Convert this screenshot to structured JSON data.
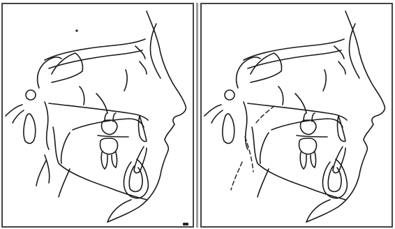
{
  "figure": {
    "panels": [
      {
        "id": "left",
        "variant": "original"
      },
      {
        "id": "right",
        "variant": "modified"
      }
    ]
  }
}
